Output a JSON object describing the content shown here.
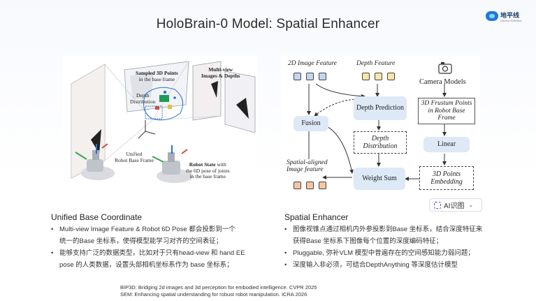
{
  "title": "HoloBrain-0 Model: Spatial Enhancer",
  "logo": {
    "name": "地平线",
    "tagline": "Horizon Robotics",
    "color": "#1e7bd6"
  },
  "left_figure": {
    "labels": {
      "sampled_points": "Sampled 3D Points",
      "sampled_points_2": "in the base frame",
      "multiview": "Multi-view",
      "multiview_2": "Images & Depths",
      "depth": "Depth",
      "depth_2": "Distribution",
      "unified": "Unified",
      "unified_2": "Robot Base Frame",
      "robot_state": "Robot State",
      "robot_state_suffix": "with",
      "robot_state_2": "the 6D pose of joints",
      "robot_state_3": "in the base frame"
    }
  },
  "right_figure": {
    "image_feature": "2D Image Feature",
    "depth_feature": "Depth Feature",
    "camera_models": "Camera Models",
    "fusion": "Fusion",
    "depth_prediction": "Depth Prediction",
    "depth_distribution": "Depth Distribution",
    "frustum": "3D Frustum Points in Robot Base Frame",
    "linear": "Linear",
    "spatial_aligned": "Spatial-aligned",
    "spatial_aligned_2": "Image feature",
    "weight_sum": "Weight Sum",
    "points_embedding": "3D Points Embedding"
  },
  "ai_chip": {
    "label": "AI识图"
  },
  "left_section": {
    "heading": "Unified Base Coordinate",
    "bullets": [
      [
        "Multi-view Image Feature & Robot 6D Pose 都会投影到一个",
        "统一的Base 坐标系，使得模型能学习对齐的空间表征；"
      ],
      [
        "能够支持广泛的数据类型，比如对于只有head-view 和 hand EE",
        "pose 的人类数据，设置头部相机坐标系作为 base 坐标系；"
      ]
    ]
  },
  "right_section": {
    "heading": "Spatial Enhancer",
    "bullets": [
      [
        "图像视锥点通过相机内外参投影到Base 坐标系，结合深度特征来",
        "获得Base 坐标系下图像每个位置的深度编码特征；"
      ],
      [
        "Pluggable, 弥补VLM 模型中普遍存在的空间感知能力弱问题；"
      ],
      [
        "深度输入非必须，可结合DepthAnything 等深度估计模型"
      ]
    ]
  },
  "references": [
    "BIP3D: Bridging 2d images and 3d perception for embodied intelligence. CVPR 2025",
    "SEM: Enhancing spatial understanding for robust robot manipulation. ICRA 2026"
  ]
}
